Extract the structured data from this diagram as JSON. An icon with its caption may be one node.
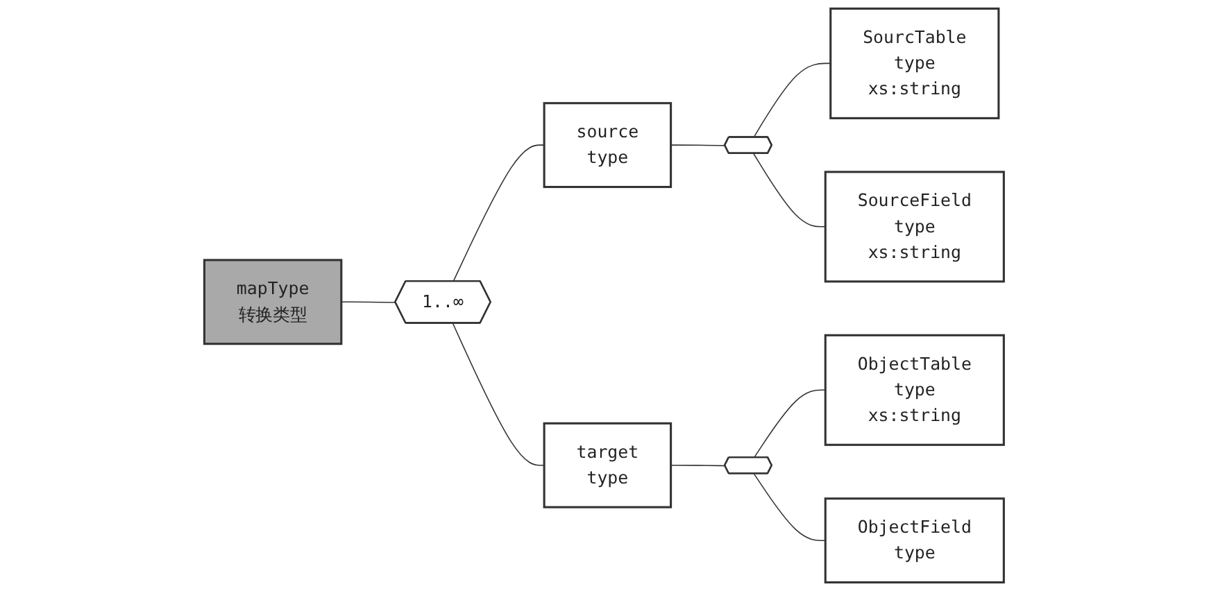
{
  "diagram": {
    "nodes": [
      {
        "text": [
          "mapType",
          "转换类型"
        ]
      },
      {
        "text": [
          "1..∞"
        ]
      },
      {
        "text": [
          "source",
          "type"
        ]
      },
      {
        "text": [
          "target",
          "type"
        ]
      },
      {
        "text": [],
        "shape": "octagon"
      },
      {
        "text": [],
        "shape": "octagon"
      },
      {
        "text": [
          "SourcTable",
          "type",
          "xs:string"
        ]
      },
      {
        "text": [
          "SourceField",
          "type",
          "xs:string"
        ]
      },
      {
        "text": [
          "ObjectTable",
          "type",
          "xs:string"
        ]
      },
      {
        "text": [
          "ObjectField",
          "type"
        ]
      }
    ],
    "edges": [
      {
        "from": 0,
        "to": 1,
        "arrow": "none"
      },
      {
        "from": 1,
        "to": 2,
        "arrow": "none"
      },
      {
        "from": 1,
        "to": 3,
        "arrow": "none"
      },
      {
        "from": 2,
        "to": 4,
        "arrow": "none"
      },
      {
        "from": 4,
        "to": 6,
        "arrow": "none"
      },
      {
        "from": 4,
        "to": 7,
        "arrow": "none"
      },
      {
        "from": 3,
        "to": 5,
        "arrow": "none"
      },
      {
        "from": 5,
        "to": 8,
        "arrow": "none"
      },
      {
        "from": 5,
        "to": 9,
        "arrow": "none"
      }
    ]
  }
}
